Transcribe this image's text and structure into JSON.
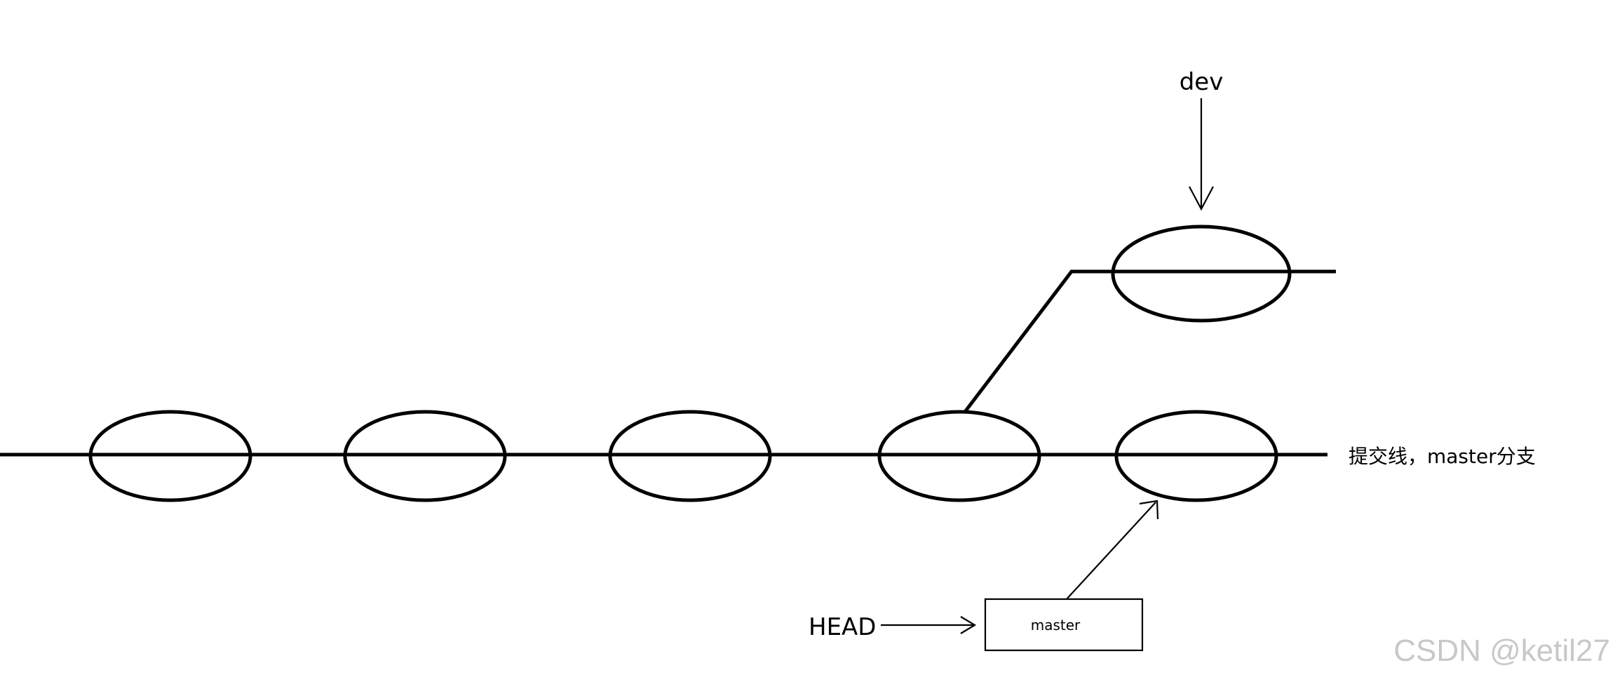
{
  "labels": {
    "dev": "dev",
    "head": "HEAD",
    "master_box": "master",
    "commit_line": "提交线，master分支"
  },
  "watermark": "CSDN @ketil27",
  "colors": {
    "ink": "#000000",
    "background": "#ffffff",
    "watermark": "#c8c8c8"
  }
}
